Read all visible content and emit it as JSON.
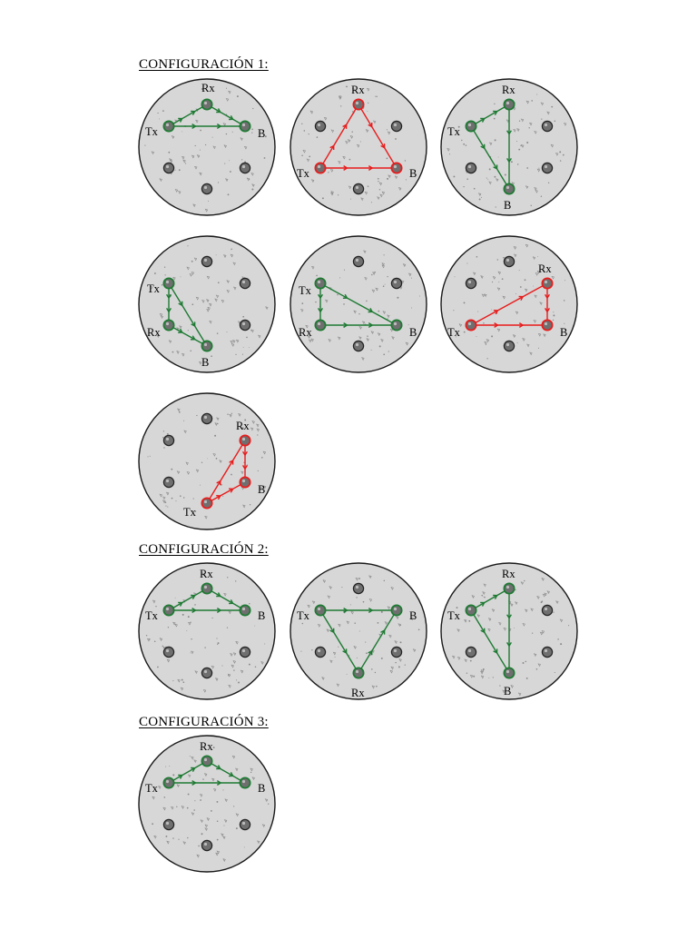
{
  "sections": [
    {
      "heading": "CONFIGURACIÓN 1:",
      "diagrams": [
        {
          "color": "#1e7a33",
          "labels": {
            "Rx": "Rx",
            "Tx": "Tx",
            "B": "B"
          }
        },
        {
          "color": "#e81c1c",
          "labels": {
            "Rx": "Rx",
            "Tx": "Tx",
            "B": "B"
          }
        },
        {
          "color": "#1e7a33",
          "labels": {
            "Rx": "Rx",
            "Tx": "Tx",
            "B": "B"
          }
        },
        {
          "color": "#1e7a33",
          "labels": {
            "Rx": "Rx",
            "Tx": "Tx",
            "B": "B"
          }
        },
        {
          "color": "#1e7a33",
          "labels": {
            "Rx": "Rx",
            "Tx": "Tx",
            "B": "B"
          }
        },
        {
          "color": "#e81c1c",
          "labels": {
            "Rx": "Rx",
            "Tx": "Tx",
            "B": "B"
          }
        },
        {
          "color": "#e81c1c",
          "labels": {
            "Rx": "Rx",
            "Tx": "Tx",
            "B": "B"
          }
        }
      ]
    },
    {
      "heading": "CONFIGURACIÓN 2:",
      "diagrams": [
        {
          "color": "#1e7a33",
          "labels": {
            "Rx": "Rx",
            "Tx": "Tx",
            "B": "B"
          }
        },
        {
          "color": "#1e7a33",
          "labels": {
            "Rx": "Rx",
            "Tx": "Tx",
            "B": "B"
          }
        },
        {
          "color": "#1e7a33",
          "labels": {
            "Rx": "Rx",
            "Tx": "Tx",
            "B": "B"
          }
        }
      ]
    },
    {
      "heading": "CONFIGURACIÓN 3:",
      "diagrams": [
        {
          "color": "#1e7a33",
          "labels": {
            "Rx": "Rx",
            "Tx": "Tx",
            "B": "B"
          }
        }
      ]
    }
  ],
  "colors": {
    "disc_fill": "#d7d7d7",
    "disc_stroke": "#1a1a1a",
    "bar_fill": "#6f6f6f",
    "speckle": "#8a8a8a"
  }
}
